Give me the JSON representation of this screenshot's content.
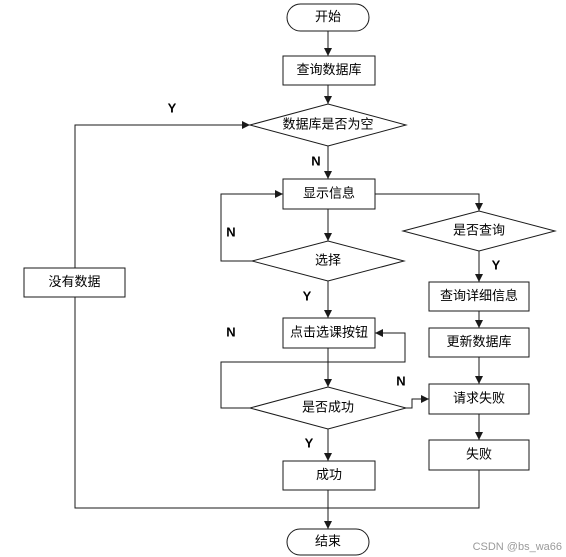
{
  "nodes": {
    "start": "开始",
    "query_db": "查询数据库",
    "db_empty": "数据库是否为空",
    "show_info": "显示信息",
    "is_query": "是否查询",
    "select": "选择",
    "no_data": "没有数据",
    "query_detail": "查询详细信息",
    "click_course": "点击选课按钮",
    "update_db": "更新数据库",
    "request_fail": "请求失败",
    "is_success": "是否成功",
    "fail": "失败",
    "success": "成功",
    "end": "结束"
  },
  "edge_labels": {
    "db_empty_yes": "Y",
    "db_empty_no": "N",
    "select_no": "N",
    "is_query_yes": "Y",
    "select_yes": "Y",
    "retry_no": "N",
    "to_fail_no": "N",
    "is_success_yes": "Y"
  },
  "watermark": "CSDN @bs_wa66"
}
